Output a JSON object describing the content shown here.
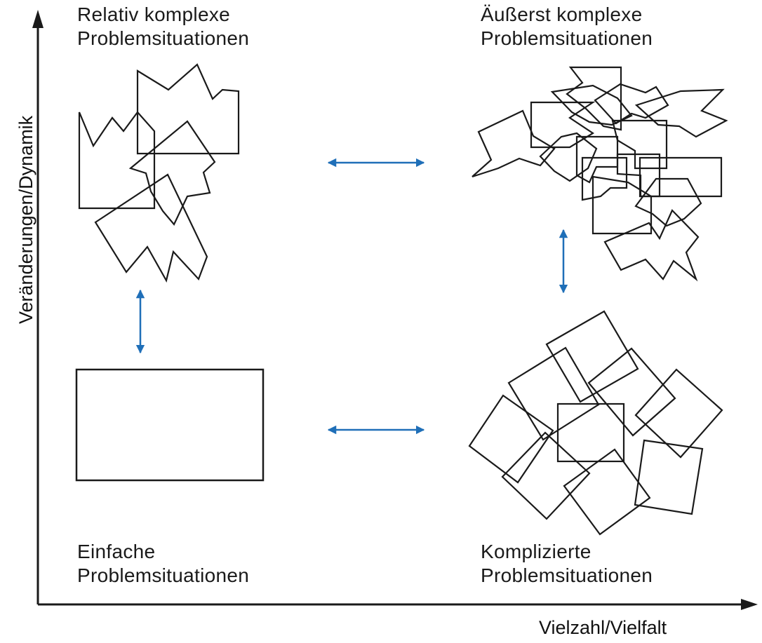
{
  "axes": {
    "y_label": "Veränderungen/Dynamik",
    "x_label": "Vielzahl/Vielfalt"
  },
  "quadrants": {
    "top_left": {
      "line1": "Relativ komplexe",
      "line2": "Problemsituationen"
    },
    "top_right": {
      "line1": "Äußerst komplexe",
      "line2": "Problemsituationen"
    },
    "bottom_left": {
      "line1": "Einfache",
      "line2": "Problemsituationen"
    },
    "bottom_right": {
      "line1": "Komplizierte",
      "line2": "Problemsituationen"
    }
  },
  "colors": {
    "arrow": "#1f6fb8",
    "stroke": "#1a1a1a"
  }
}
